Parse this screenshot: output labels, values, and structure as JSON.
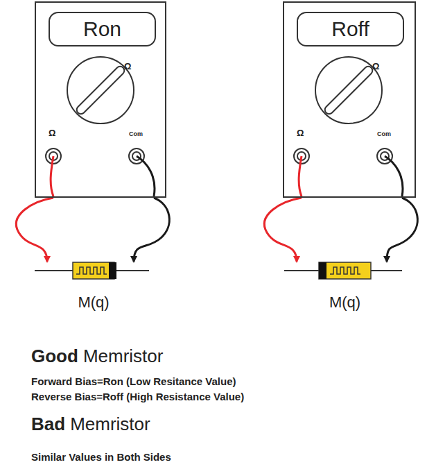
{
  "diagram": {
    "nodes": [
      {
        "text": [
          "Ω",
          "Ω",
          "Com"
        ]
      },
      {
        "text": [
          "Ron"
        ],
        "in": 0
      },
      {
        "text": [
          "M(q)"
        ]
      },
      {
        "text": [
          "Ω",
          "Ω",
          "Com"
        ]
      },
      {
        "text": [
          "Roff"
        ],
        "in": 3
      },
      {
        "text": [
          "M(q)"
        ]
      }
    ],
    "edges": [
      {
        "from": 0,
        "to": 2,
        "arrow": "to"
      },
      {
        "from": 0,
        "to": 2,
        "arrow": "to"
      },
      {
        "from": 3,
        "to": 5,
        "arrow": "to"
      },
      {
        "from": 3,
        "to": 5,
        "arrow": "to"
      }
    ],
    "labels": [
      "Good",
      "Memristor",
      "Forward Bias=Ron (Low Resitance Value)",
      "Reverse Bias=Roff (High Resistance Value)",
      "Bad",
      "Memristor",
      "Similar Values in Both Sides"
    ]
  }
}
